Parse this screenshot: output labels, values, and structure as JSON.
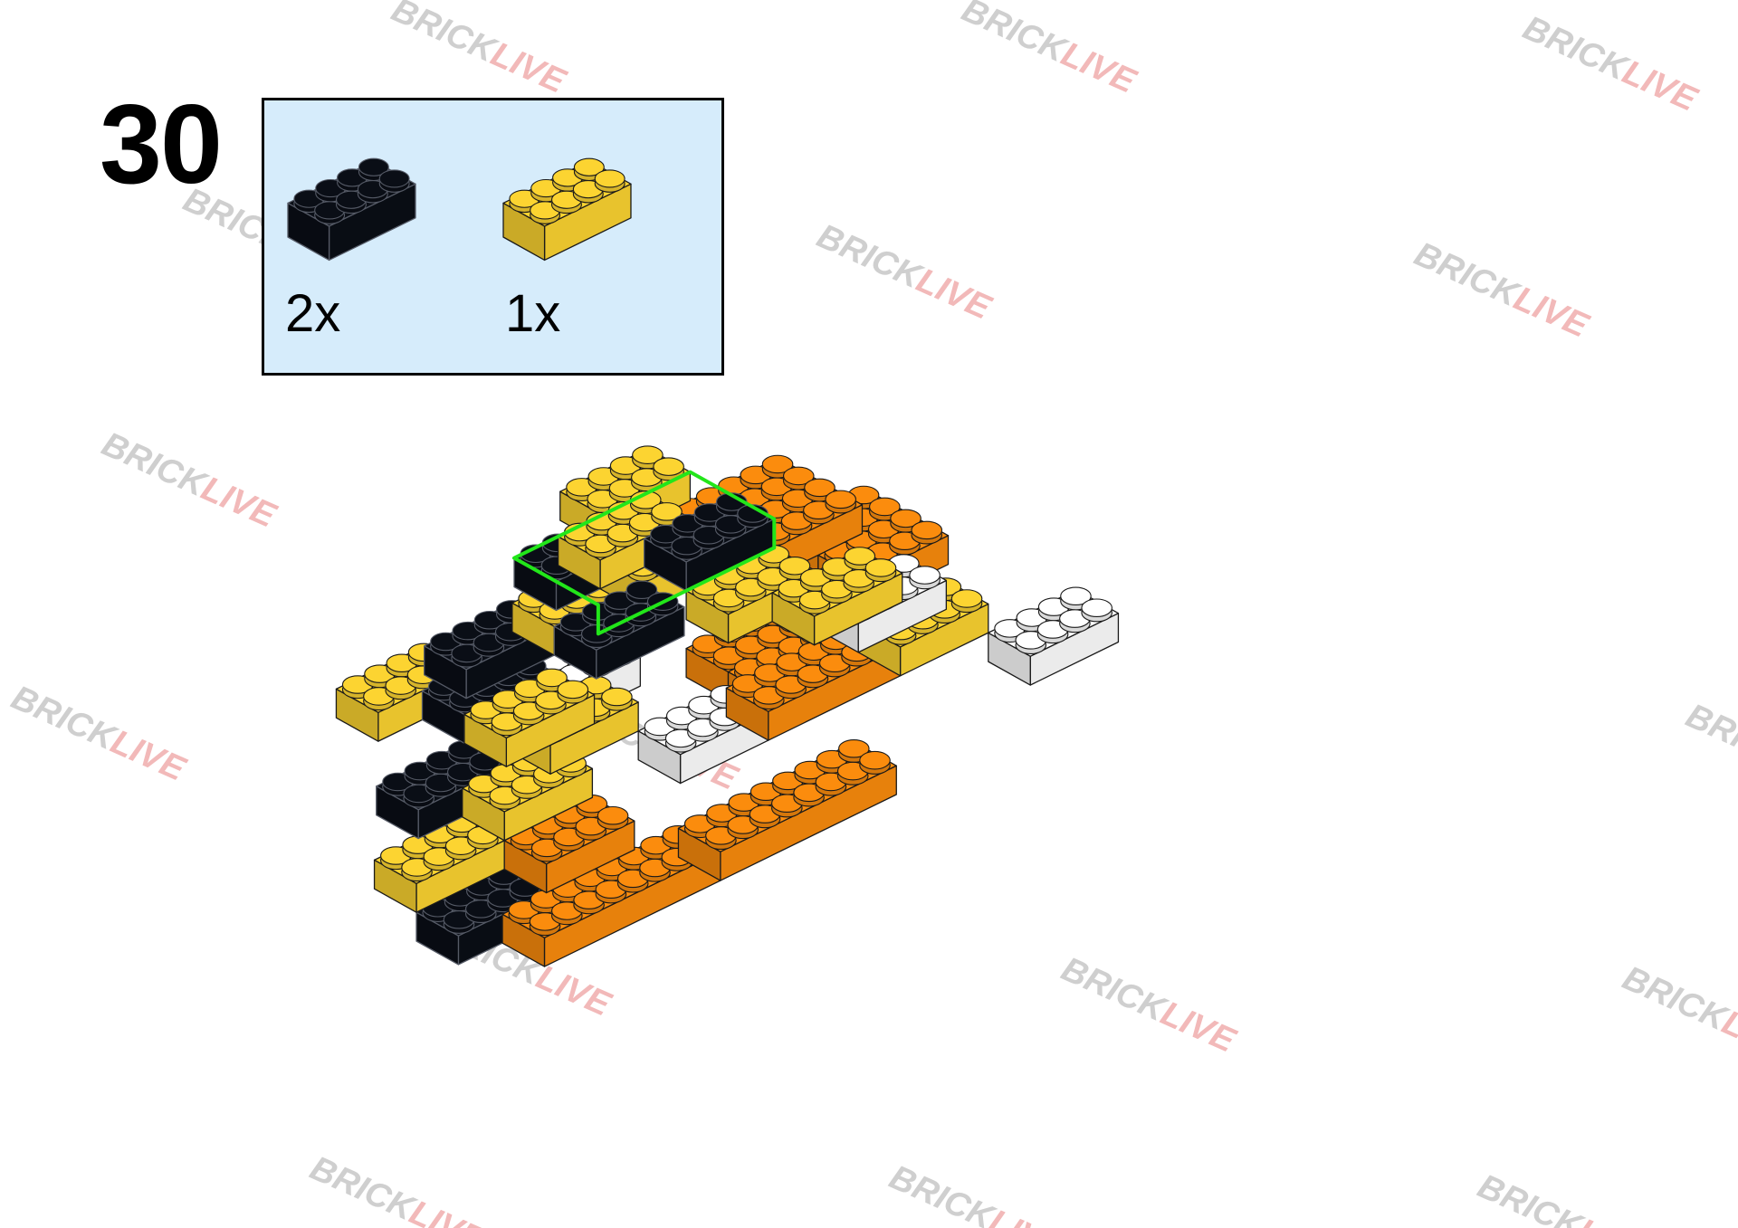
{
  "step": {
    "number": "30"
  },
  "parts_panel": {
    "background": "#d6ecfb",
    "parts": [
      {
        "name": "brick 2x4",
        "color": "#0a0e16",
        "quantity": "2x"
      },
      {
        "name": "brick 2x4",
        "color": "#fcd431",
        "quantity": "1x"
      }
    ]
  },
  "watermark": {
    "text_part1": "BRICK",
    "text_part2": "LIVE",
    "color1": "#cfcfcf",
    "color2": "#f2b9b9"
  },
  "colors": {
    "yellow": "#fcd431",
    "black": "#0a0e16",
    "orange": "#fb8c0d",
    "white": "#ffffff",
    "highlight": "#22e61a"
  }
}
